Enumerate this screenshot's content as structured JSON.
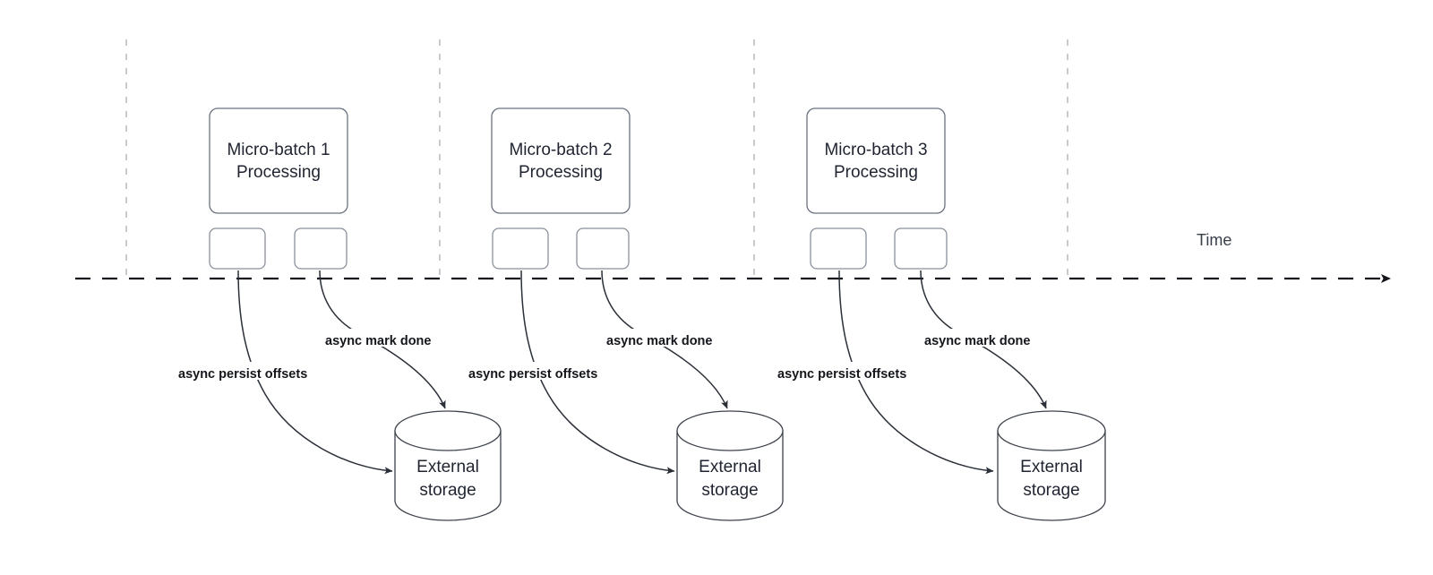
{
  "diagram": {
    "title_text_present": false,
    "axis": {
      "time_label": "Time",
      "arrow_icon": "arrow-right-icon"
    },
    "colors": {
      "background": "#ffffff",
      "box_stroke": "#6b7280",
      "small_box_stroke": "#8b919b",
      "cylinder_stroke": "#3d424b",
      "guide_line": "#b9bcc2",
      "timeline": "#14161c",
      "curve": "#2a2f38",
      "node_text": "#1f2430",
      "edge_text": "#14161c"
    },
    "groups": [
      {
        "id": "group-1",
        "batch_label_line1": "Micro-batch 1",
        "batch_label_line2": "Processing",
        "persist_label": "async persist offsets",
        "mark_done_label": "async mark done",
        "storage_line1": "External",
        "storage_line2": "storage"
      },
      {
        "id": "group-2",
        "batch_label_line1": "Micro-batch 2",
        "batch_label_line2": "Processing",
        "persist_label": "async persist offsets",
        "mark_done_label": "async mark done",
        "storage_line1": "External",
        "storage_line2": "storage"
      },
      {
        "id": "group-3",
        "batch_label_line1": "Micro-batch 3",
        "batch_label_line2": "Processing",
        "persist_label": "async persist offsets",
        "mark_done_label": "async mark done",
        "storage_line1": "External",
        "storage_line2": "storage"
      }
    ]
  }
}
